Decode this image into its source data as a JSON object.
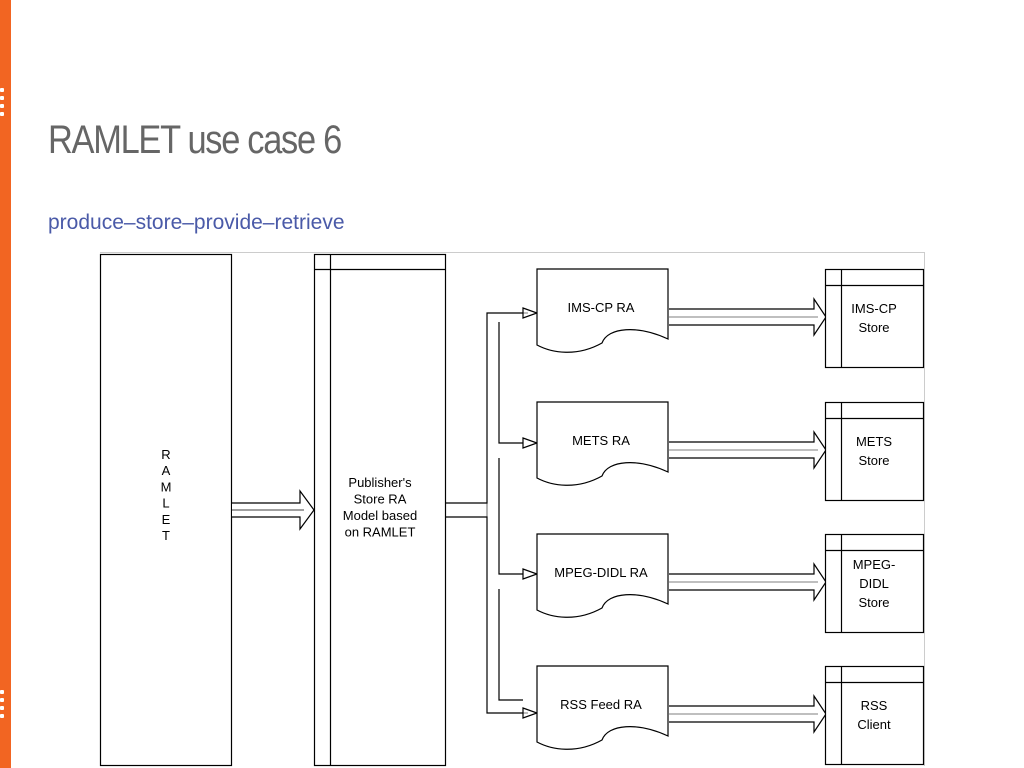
{
  "slide": {
    "title": "RAMLET use case 6",
    "subtitle": "produce–store–provide–retrieve"
  },
  "colors": {
    "accent": "#f26522",
    "title": "#666666",
    "subtitle": "#4a5aa8",
    "stroke": "#000000"
  },
  "diagram": {
    "source": {
      "letters": [
        "R",
        "A",
        "M",
        "L",
        "E",
        "T"
      ]
    },
    "publisher": {
      "lines": [
        "Publisher's",
        "Store RA",
        "Model based",
        "on RAMLET"
      ]
    },
    "adapters": [
      {
        "label": "IMS-CP RA",
        "store_lines": [
          "IMS-CP",
          "Store"
        ]
      },
      {
        "label": "METS RA",
        "store_lines": [
          "METS",
          "Store"
        ]
      },
      {
        "label": "MPEG-DIDL RA",
        "store_lines": [
          "MPEG-",
          "DIDL",
          "Store"
        ]
      },
      {
        "label": "RSS Feed RA",
        "store_lines": [
          "RSS",
          "Client"
        ]
      }
    ]
  }
}
